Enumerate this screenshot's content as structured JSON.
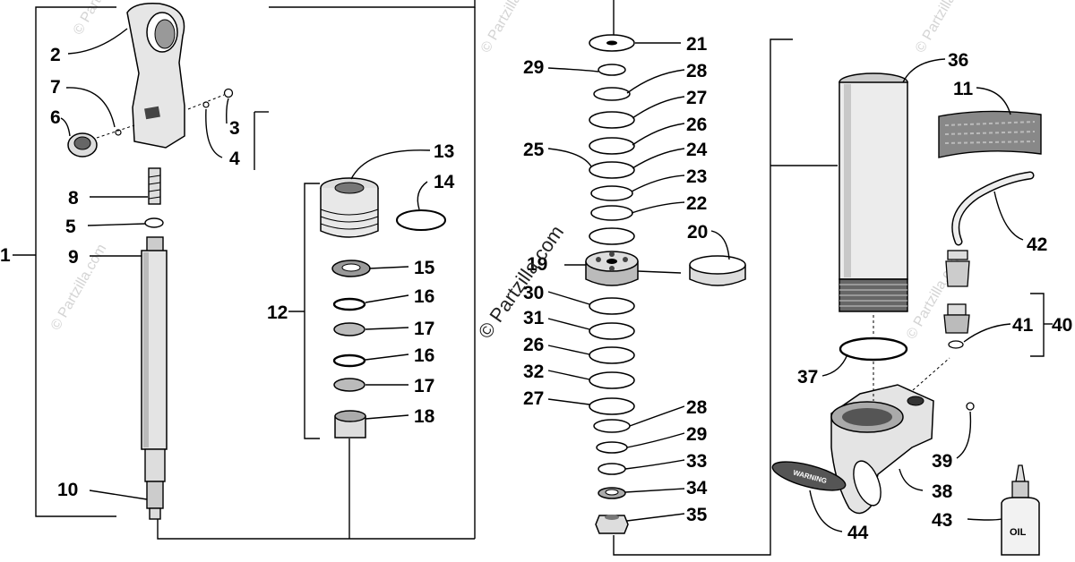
{
  "watermarks": {
    "main": "© Partzilla.com",
    "corner": "© Partzilla.com"
  },
  "labels": {
    "l1": "1",
    "l2": "2",
    "l3": "3",
    "l4": "4",
    "l5": "5",
    "l6": "6",
    "l7": "7",
    "l8": "8",
    "l9": "9",
    "l10": "10",
    "l11": "11",
    "l12": "12",
    "l13": "13",
    "l14": "14",
    "l15": "15",
    "l16a": "16",
    "l16b": "16",
    "l17a": "17",
    "l17b": "17",
    "l18": "18",
    "l19": "19",
    "l20": "20",
    "l21": "21",
    "l22": "22",
    "l23": "23",
    "l24": "24",
    "l25": "25",
    "l26a": "26",
    "l26b": "26",
    "l27a": "27",
    "l27b": "27",
    "l28a": "28",
    "l28b": "28",
    "l29a": "29",
    "l29b": "29",
    "l30": "30",
    "l31": "31",
    "l32": "32",
    "l33": "33",
    "l34": "34",
    "l35": "35",
    "l36": "36",
    "l37": "37",
    "l38": "38",
    "l39": "39",
    "l40": "40",
    "l41": "41",
    "l42": "42",
    "l43": "43",
    "l44": "44"
  },
  "part_text": {
    "warning": "WARNING",
    "oil": "OIL"
  }
}
